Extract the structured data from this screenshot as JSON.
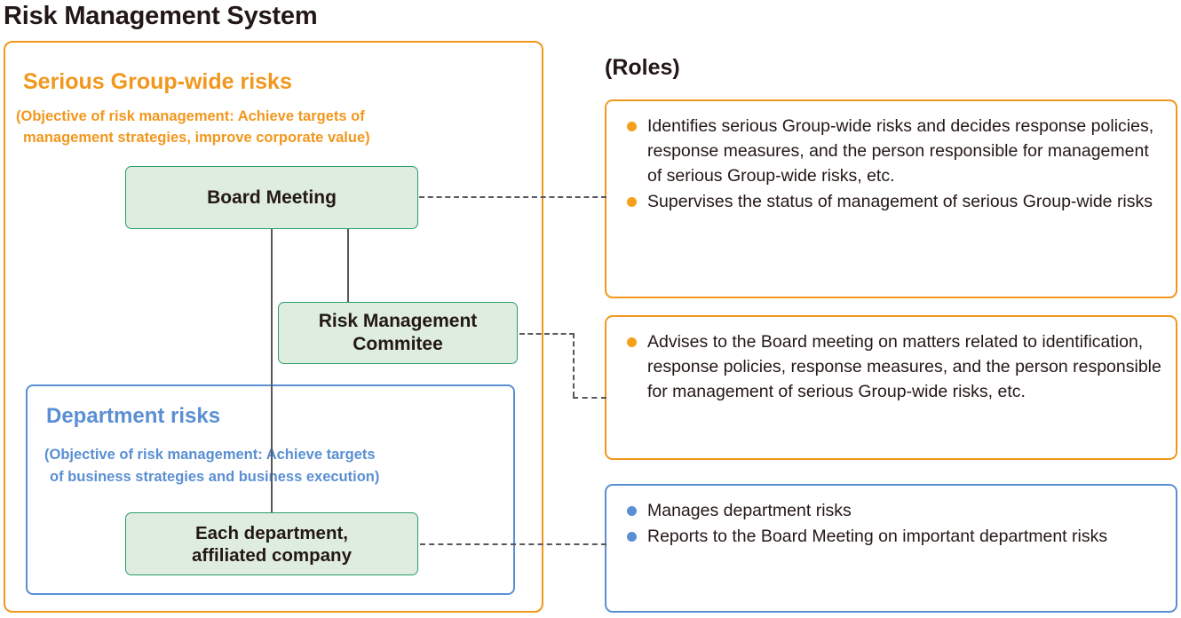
{
  "title": "Risk Management System",
  "left_panel": {
    "serious": {
      "heading": "Serious Group-wide risks",
      "objective_line1": "(Objective of risk management: Achieve targets of",
      "objective_line2": "management strategies, improve corporate value)"
    },
    "department": {
      "heading": "Department risks",
      "objective_line1": "(Objective of risk management: Achieve targets",
      "objective_line2": "of business strategies and business execution)"
    },
    "nodes": [
      {
        "id": "board-meeting",
        "label": "Board Meeting"
      },
      {
        "id": "risk-management-committee",
        "label_line1": "Risk Management",
        "label_line2": "Commitee"
      },
      {
        "id": "each-department",
        "label_line1": "Each department,",
        "label_line2": "affiliated company"
      }
    ]
  },
  "roles": {
    "label": "(Roles)",
    "panels": [
      {
        "id": "board-meeting-roles",
        "accent": "#F2971D",
        "items": [
          "Identifies serious Group-wide risks and decides response policies,  response measures, and the person responsible for management of  serious Group-wide risks, etc.",
          "Supervises the status of management of serious Group-wide risks"
        ]
      },
      {
        "id": "risk-management-committee-roles",
        "accent": "#F2971D",
        "items": [
          "Advises to the Board meeting on matters related to identification, response policies, response measures, and the person responsible for management of  serious Group-wide risks, etc."
        ]
      },
      {
        "id": "each-department-roles",
        "accent": "#5A8FD3",
        "items": [
          "Manages department risks",
          "Reports to the Board Meeting on important department risks"
        ]
      }
    ]
  },
  "colors": {
    "orange": "#F2971D",
    "blue": "#5A8FD3",
    "green_border": "#2A9D6E",
    "green_fill": "#DFEDDF",
    "text_dark": "#231815",
    "connector": "#595757"
  }
}
